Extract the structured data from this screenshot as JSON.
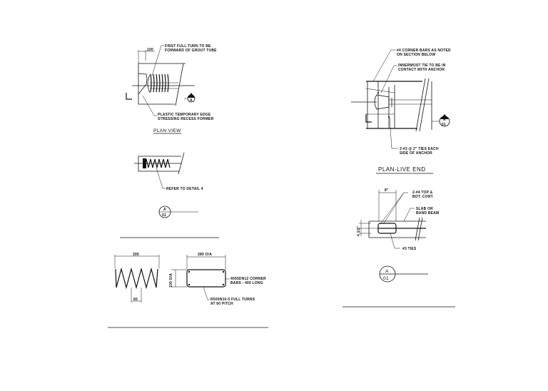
{
  "sheet": {
    "background": "#ffffff",
    "ink_color": "#111111"
  },
  "left_column": {
    "plan_view": {
      "title": "PLAN VIEW",
      "dimension": "100",
      "note_first_turn": [
        "FIRST FULL TURN TO BE",
        "FORWARD OF GROUT TUBE"
      ],
      "note_former": [
        "PLASTIC TEMPORARY EDGE",
        "STRESSING RECESS FORMER"
      ],
      "section_marker": "A"
    },
    "section_detail": {
      "note_refer": "REFER TO DETAIL 4"
    },
    "detail_callout": {
      "letter": "A",
      "number": "01"
    },
    "spiral_detail": {
      "dim_length": "300",
      "dim_pitch": "60",
      "dim_width": "280 O/A",
      "dim_height": "100 O/A",
      "note_corner_bars": [
        "4055DN12 CORNER",
        "BARS - 400 LONG"
      ],
      "note_turns": [
        "R500N10-5 FULL TURNS",
        "AT 60 PITCH"
      ]
    }
  },
  "right_column": {
    "plan_live_end": {
      "title": "PLAN-LIVE END",
      "note_corner_bars": [
        "#4 CORNER BARS AS NOTED",
        "ON SECTION BELOW"
      ],
      "note_innermost_tie": [
        "INNERMOST TIE TO BE IN",
        "CONTACT WITH ANCHOR"
      ],
      "note_ties": [
        "2-#3 @ 2\" TIES EACH",
        "SIDE OF ANCHOR"
      ],
      "section_marker": {
        "letter": "A",
        "number": "01"
      }
    },
    "section_a": {
      "dim_width": "8\"",
      "dim_height": "4 1/2\"",
      "note_top_bot": [
        "2-#4 TOP &",
        "BOT. CONT."
      ],
      "note_slab": [
        "SLAB OR",
        "BAND BEAM"
      ],
      "note_ties": "#3 TIES"
    },
    "detail_callout": {
      "letter": "A",
      "number": "01"
    }
  }
}
